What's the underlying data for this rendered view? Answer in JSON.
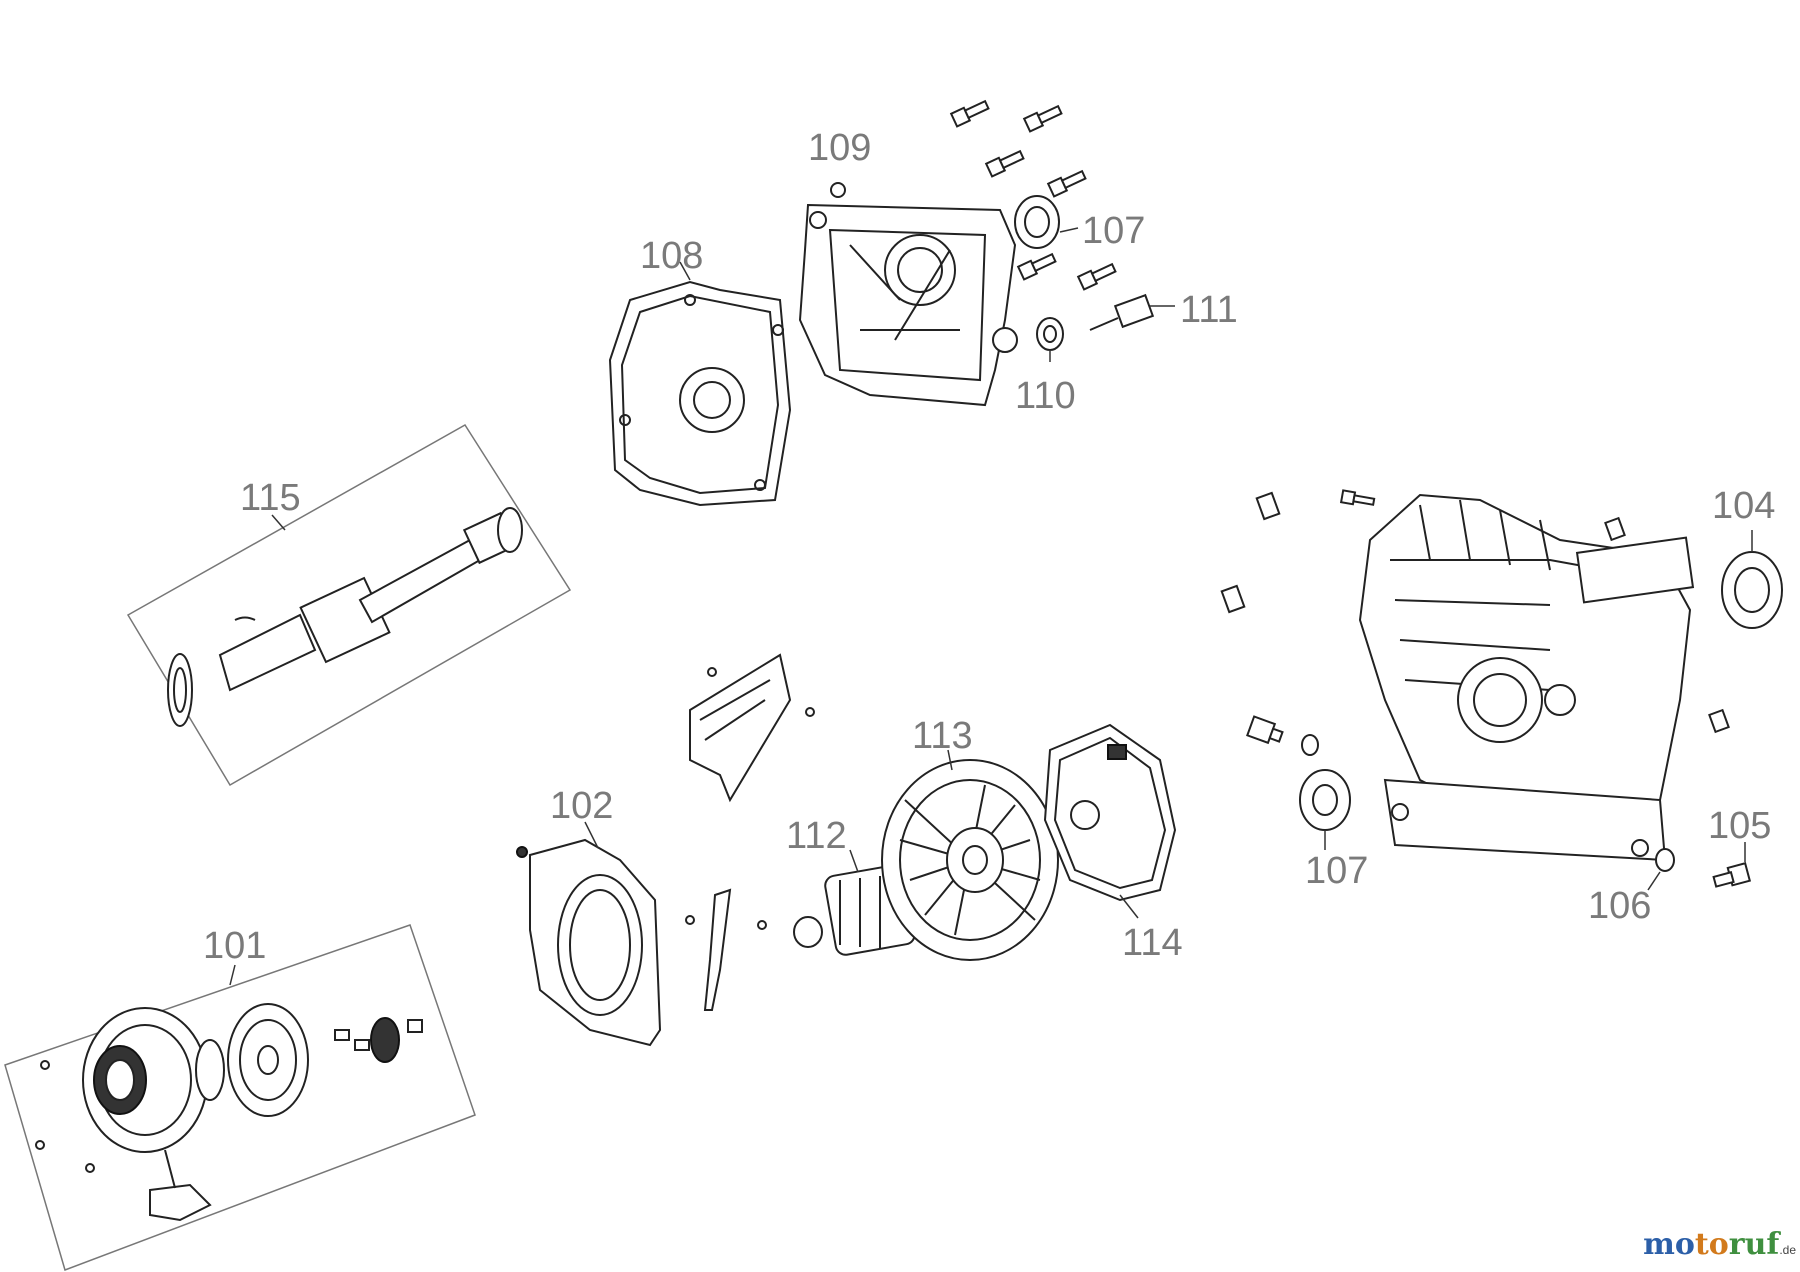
{
  "labels": {
    "p101": "101",
    "p102": "102",
    "p104": "104",
    "p105": "105",
    "p106": "106",
    "p107a": "107",
    "p107b": "107",
    "p108": "108",
    "p109": "109",
    "p110": "110",
    "p111": "111",
    "p112": "112",
    "p113": "113",
    "p114": "114",
    "p115": "115"
  },
  "watermark": {
    "part1": "mo",
    "part2": "to",
    "part3": "ruf",
    "tld": ".de",
    "colors": {
      "blue": "#2c5fa8",
      "orange": "#d27a1c",
      "green": "#3f8f3f"
    }
  }
}
